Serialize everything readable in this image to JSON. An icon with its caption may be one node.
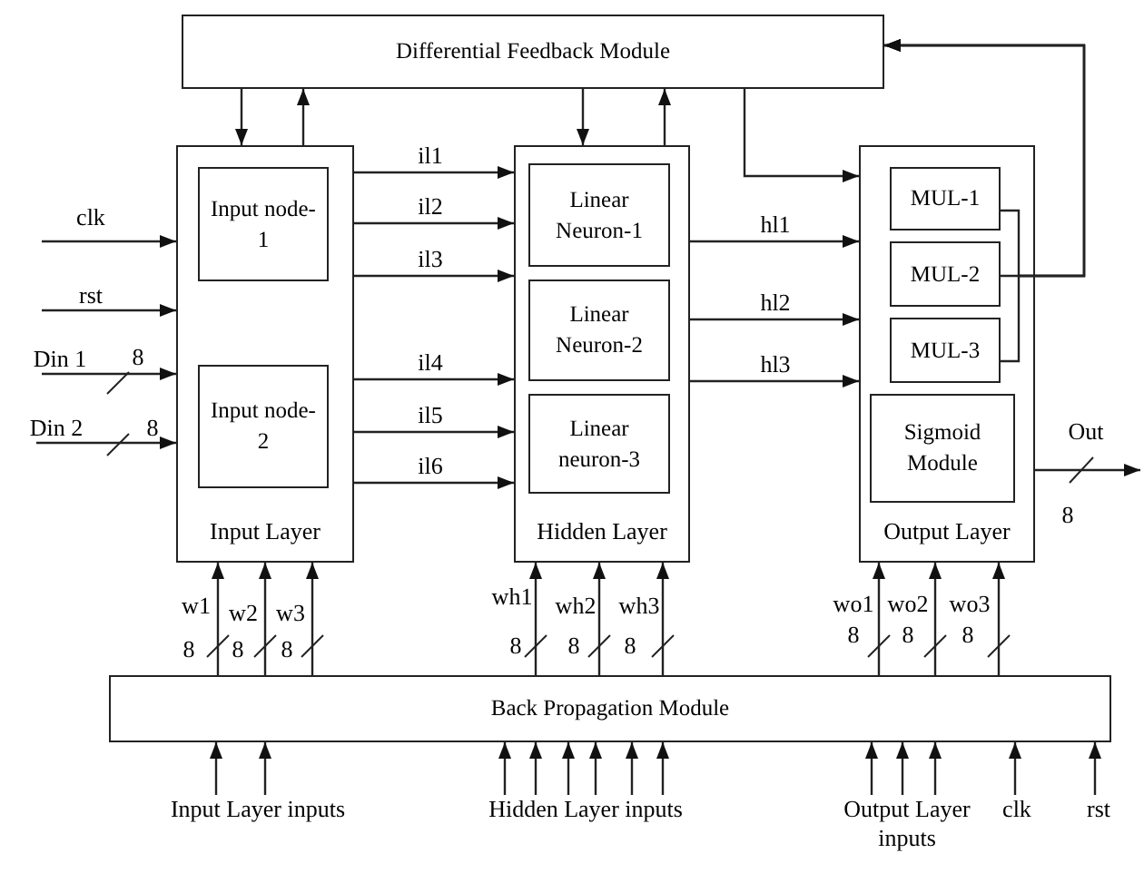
{
  "diagram": {
    "nodes": [
      {
        "text": [
          "Differential Feedback Module"
        ]
      },
      {
        "text": [
          "Input Layer"
        ]
      },
      {
        "text": [
          "Input node-1"
        ],
        "in": 1
      },
      {
        "text": [
          "Input node-2"
        ],
        "in": 1
      },
      {
        "text": [
          "Hidden Layer"
        ]
      },
      {
        "text": [
          "Linear Neuron-1"
        ],
        "in": 4
      },
      {
        "text": [
          "Linear Neuron-2"
        ],
        "in": 4
      },
      {
        "text": [
          "Linear neuron-3"
        ],
        "in": 4
      },
      {
        "text": [
          "Output Layer"
        ]
      },
      {
        "text": [
          "MUL-1"
        ],
        "in": 8
      },
      {
        "text": [
          "MUL-2"
        ],
        "in": 8
      },
      {
        "text": [
          "MUL-3"
        ],
        "in": 8
      },
      {
        "text": [
          "Sigmoid Module"
        ],
        "in": 8
      },
      {
        "text": [
          "Back Propagation Module"
        ]
      },
      {
        "text": [
          "clk"
        ]
      },
      {
        "text": [
          "rst"
        ]
      },
      {
        "text": [
          "Din 1"
        ]
      },
      {
        "text": [
          "Din 2"
        ]
      },
      {
        "text": [
          "Input Layer inputs"
        ]
      },
      {
        "text": [
          "Hidden Layer inputs"
        ]
      },
      {
        "text": [
          "Output Layer inputs"
        ]
      },
      {
        "text": [
          "clk"
        ]
      },
      {
        "text": [
          "rst"
        ]
      }
    ],
    "edges": [
      {
        "from": 0,
        "to": 1,
        "arrow": "to"
      },
      {
        "from": 1,
        "to": 0,
        "arrow": "to"
      },
      {
        "from": 0,
        "to": 4,
        "arrow": "to"
      },
      {
        "from": 4,
        "to": 0,
        "arrow": "to"
      },
      {
        "from": 0,
        "to": 8,
        "arrow": "to"
      },
      {
        "from": 9,
        "to": 0,
        "arrow": "to"
      },
      {
        "from": 10,
        "to": 0,
        "arrow": "to"
      },
      {
        "from": 11,
        "to": 0,
        "arrow": "to"
      },
      {
        "from": 14,
        "to": 1,
        "arrow": "to"
      },
      {
        "from": 15,
        "to": 1,
        "arrow": "to"
      },
      {
        "from": 16,
        "to": 1,
        "arrow": "to"
      },
      {
        "from": 17,
        "to": 1,
        "arrow": "to"
      },
      {
        "from": 1,
        "to": 4,
        "arrow": "to",
        "label": "il1"
      },
      {
        "from": 1,
        "to": 4,
        "arrow": "to",
        "label": "il2"
      },
      {
        "from": 1,
        "to": 4,
        "arrow": "to",
        "label": "il3"
      },
      {
        "from": 1,
        "to": 4,
        "arrow": "to",
        "label": "il4"
      },
      {
        "from": 1,
        "to": 4,
        "arrow": "to",
        "label": "il5"
      },
      {
        "from": 1,
        "to": 4,
        "arrow": "to",
        "label": "il6"
      },
      {
        "from": 4,
        "to": 8,
        "arrow": "to",
        "label": "hl1"
      },
      {
        "from": 4,
        "to": 8,
        "arrow": "to",
        "label": "hl2"
      },
      {
        "from": 4,
        "to": 8,
        "arrow": "to",
        "label": "hl3"
      },
      {
        "from": 8,
        "to": null,
        "arrow": "to",
        "label": "Out"
      },
      {
        "from": 13,
        "to": 1,
        "arrow": "to",
        "label": "w1"
      },
      {
        "from": 13,
        "to": 1,
        "arrow": "to",
        "label": "w2"
      },
      {
        "from": 13,
        "to": 1,
        "arrow": "to",
        "label": "w3"
      },
      {
        "from": 13,
        "to": 4,
        "arrow": "to",
        "label": "wh1"
      },
      {
        "from": 13,
        "to": 4,
        "arrow": "to",
        "label": "wh2"
      },
      {
        "from": 13,
        "to": 4,
        "arrow": "to",
        "label": "wh3"
      },
      {
        "from": 13,
        "to": 8,
        "arrow": "to",
        "label": "wo1"
      },
      {
        "from": 13,
        "to": 8,
        "arrow": "to",
        "label": "wo2"
      },
      {
        "from": 13,
        "to": 8,
        "arrow": "to",
        "label": "wo3"
      },
      {
        "from": 18,
        "to": 13,
        "arrow": "to"
      },
      {
        "from": 18,
        "to": 13,
        "arrow": "to"
      },
      {
        "from": 19,
        "to": 13,
        "arrow": "to"
      },
      {
        "from": 19,
        "to": 13,
        "arrow": "to"
      },
      {
        "from": 19,
        "to": 13,
        "arrow": "to"
      },
      {
        "from": 19,
        "to": 13,
        "arrow": "to"
      },
      {
        "from": 19,
        "to": 13,
        "arrow": "to"
      },
      {
        "from": 19,
        "to": 13,
        "arrow": "to"
      },
      {
        "from": 20,
        "to": 13,
        "arrow": "to"
      },
      {
        "from": 20,
        "to": 13,
        "arrow": "to"
      },
      {
        "from": 20,
        "to": 13,
        "arrow": "to"
      },
      {
        "from": 21,
        "to": 13,
        "arrow": "to"
      },
      {
        "from": 22,
        "to": 13,
        "arrow": "to"
      }
    ],
    "labels": [
      "8",
      "8",
      "8",
      "8",
      "8",
      "8",
      "8",
      "8",
      "8",
      "8",
      "8",
      "8"
    ]
  }
}
